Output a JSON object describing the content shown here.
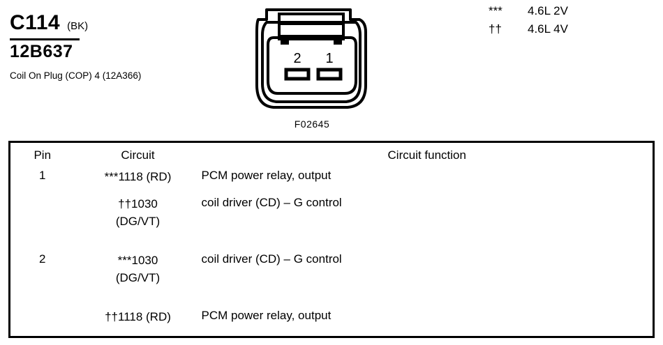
{
  "connector": {
    "id": "C114",
    "color_code": "(BK)",
    "part_number": "12B637",
    "description": "Coil On Plug (COP) 4 (12A366)",
    "view_label": "F02645",
    "pins": [
      {
        "label": "2"
      },
      {
        "label": "1"
      }
    ]
  },
  "legend": [
    {
      "symbol": "***",
      "text": "4.6L 2V"
    },
    {
      "symbol": "††",
      "text": "4.6L 4V"
    }
  ],
  "table": {
    "headers": {
      "pin": "Pin",
      "circuit": "Circuit",
      "function": "Circuit function"
    },
    "rows": [
      {
        "pin": "1",
        "entries": [
          {
            "circuit": "***1118 (RD)",
            "function": "PCM power relay, output"
          },
          {
            "circuit": "††1030\n(DG/VT)",
            "function": "coil driver (CD) – G control"
          }
        ]
      },
      {
        "pin": "2",
        "entries": [
          {
            "circuit": "***1030\n(DG/VT)",
            "function": "coil driver (CD) – G control"
          },
          {
            "circuit": "††1118 (RD)",
            "function": "PCM power relay, output"
          }
        ]
      }
    ]
  },
  "colors": {
    "ink": "#000000",
    "paper": "#ffffff"
  }
}
